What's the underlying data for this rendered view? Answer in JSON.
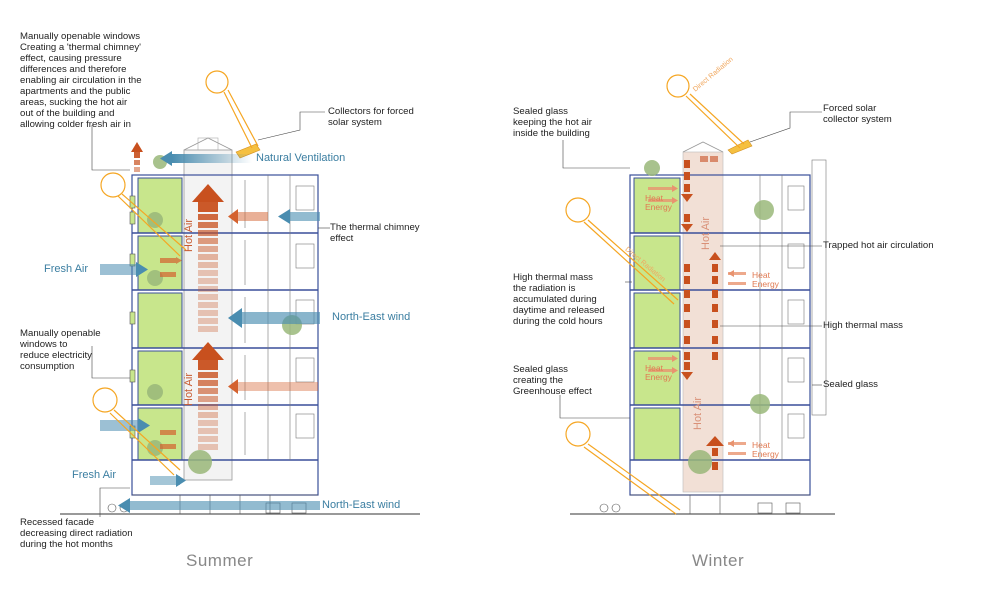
{
  "summer": {
    "title": "Summer",
    "annotations": {
      "windows": "Manually openable windows\nCreating a 'thermal chimney'\neffect, causing pressure\ndifferences and therefore\nenabling air circulation in the\napartments and the public\nareas, sucking the hot air\nout of the building and\nallowing colder fresh air in",
      "collectors": "Collectors for forced\nsolar system",
      "chimney": "The thermal chimney\neffect",
      "manual_windows": "Manually openable\nwindows to\nreduce electricity\nconsumption",
      "recessed": "Recessed facade\ndecreasing direct radiation\nduring the hot months"
    },
    "flows": {
      "natural_ventilation": "Natural Ventilation",
      "fresh_air_1": "Fresh Air",
      "fresh_air_2": "Fresh Air",
      "ne_wind_1": "North-East wind",
      "ne_wind_2": "North-East wind",
      "hot_air_1": "Hot Air",
      "hot_air_2": "Hot Air"
    }
  },
  "winter": {
    "title": "Winter",
    "annotations": {
      "sealed_top": "Sealed glass\nkeeping the hot air\ninside the building",
      "forced_solar": "Forced solar\ncollector system",
      "trapped": "Trapped hot air circulation",
      "thermal_mass_left": "High thermal mass\nthe radiation is\naccumulated during\ndaytime and released\nduring the cold hours",
      "thermal_mass_right": "High thermal mass",
      "sealed_right": "Sealed glass",
      "greenhouse": "Sealed glass\ncreating the\nGreenhouse effect"
    },
    "heat_labels": [
      "Heat\nEnergy",
      "Heat\nEnergy",
      "Heat\nEnergy",
      "Heat\nEnergy"
    ],
    "hot_air_1": "Hot Air",
    "hot_air_2": "Hot Air",
    "radiation_1": "Direct Radiation",
    "radiation_2": "Direct Radiation"
  },
  "colors": {
    "facade_blue": "#3a4f9a",
    "arrow_blue": "#4a8db0",
    "hot_arrow": "#c8501e",
    "green_balcony": "#c8e68c",
    "sun": "#f5a623"
  }
}
